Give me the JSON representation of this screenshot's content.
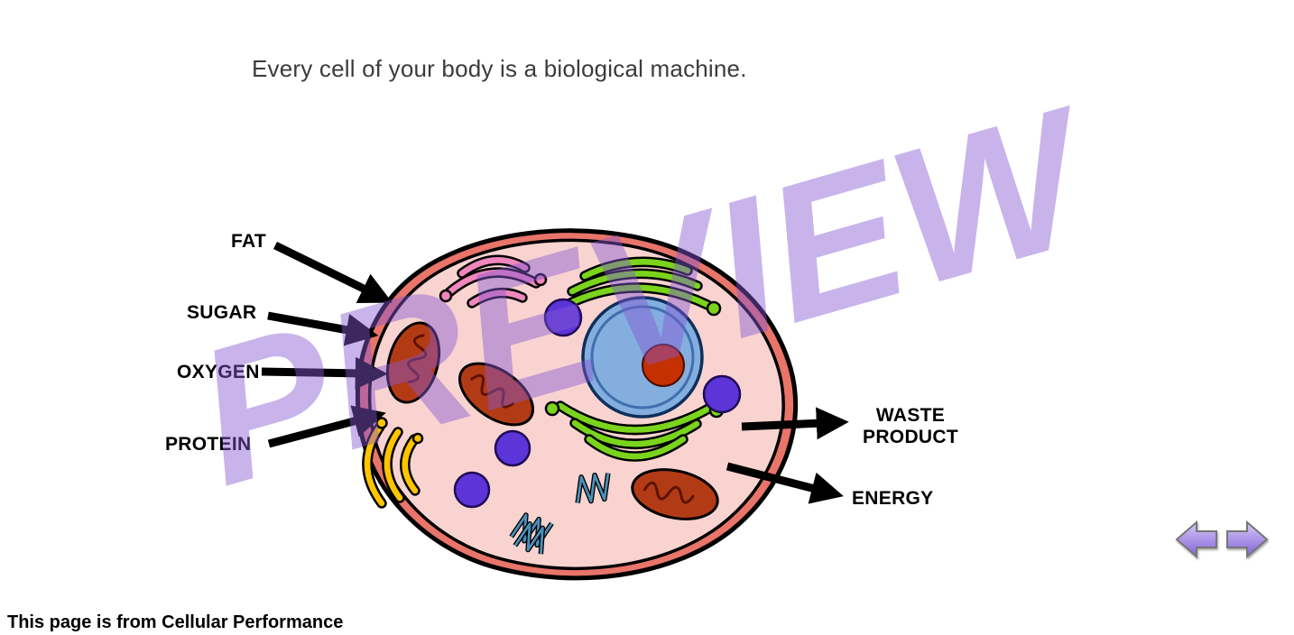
{
  "title": "Every cell of your body is a biological machine.",
  "watermark": "PREVIEW",
  "diagram": {
    "inputs": [
      {
        "label": "FAT"
      },
      {
        "label": "SUGAR"
      },
      {
        "label": "OXYGEN"
      },
      {
        "label": "PROTEIN"
      }
    ],
    "outputs": [
      {
        "line1": "WASTE",
        "line2": "PRODUCT"
      },
      {
        "line1": "ENERGY"
      }
    ]
  },
  "footer": "This page is from Cellular Performance",
  "colors": {
    "membrane": "#e8746a",
    "cytoplasm": "#f8d3d0",
    "nucleus": "#84aede",
    "nucleus_ring": "#3f6fae",
    "nucleolus": "#c53000",
    "mitochondria": "#b23b16",
    "golgi": "#7bd41c",
    "er_pink": "#ef86bc",
    "er_yellow": "#ffc400",
    "vesicle": "#5b35d8",
    "centriole": "#4b8fb8",
    "watermark": "#8458d2",
    "label_arrows": "#000000"
  }
}
